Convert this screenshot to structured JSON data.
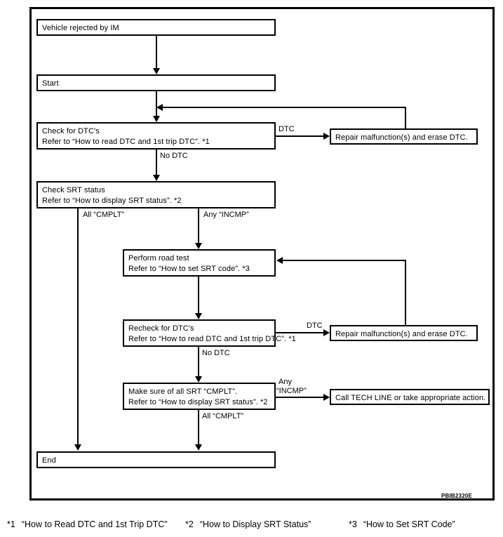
{
  "figure": {
    "code": "PBIB2320E",
    "nodes": {
      "vehicle_rejected": {
        "line1": "Vehicle rejected by IM"
      },
      "start": {
        "line1": "Start"
      },
      "check_dtc": {
        "line1": "Check for DTC's",
        "line2": "Refer to “How to read DTC and 1st trip DTC”. *1"
      },
      "repair_top": {
        "line1": "Repair malfunction(s) and erase DTC."
      },
      "check_srt": {
        "line1": "Check SRT status",
        "line2": "Refer to “How to display SRT status”. *2"
      },
      "road_test": {
        "line1": "Perform road test",
        "line2": "Refer to “How to set SRT code”. *3"
      },
      "recheck_dtc": {
        "line1": "Recheck for DTC's",
        "line2": "Refer to “How to read DTC and 1st trip DTC”. *1"
      },
      "repair_bottom": {
        "line1": "Repair malfunction(s) and erase DTC."
      },
      "make_sure_srt": {
        "line1": "Make sure of all SRT “CMPLT”.",
        "line2": "Refer to “How to display SRT status”. *2"
      },
      "tech_line": {
        "line1": "Call TECH LINE or take appropriate action."
      },
      "end": {
        "line1": "End"
      }
    },
    "edge_labels": {
      "dtc_top": "DTC",
      "no_dtc_top": "No DTC",
      "all_cmplt_top": "All “CMPLT”",
      "any_incmp_top": "Any “INCMP”",
      "dtc_bottom": "DTC",
      "no_dtc_bottom": "No DTC",
      "any_incmp_bottom_l1": "Any",
      "any_incmp_bottom_l2": "“INCMP”",
      "all_cmplt_bottom": "All “CMPLT”"
    }
  },
  "footnotes": [
    {
      "mark": "*1",
      "text": "“How to Read DTC and 1st Trip DTC”"
    },
    {
      "mark": "*2",
      "text": "“How to Display SRT Status”"
    },
    {
      "mark": "*3",
      "text": "“How to Set SRT Code”"
    }
  ]
}
